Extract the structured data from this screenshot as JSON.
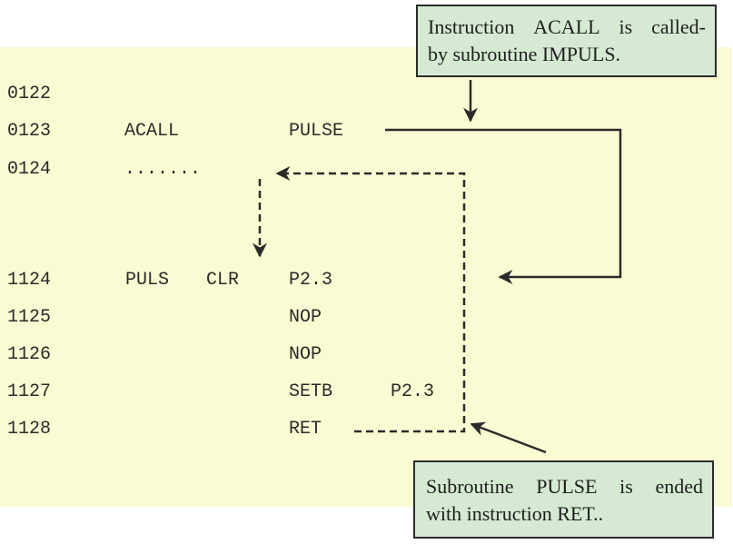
{
  "colors": {
    "panel_background": "#fbfbd3",
    "callout_background": "#d6ead3",
    "line_color": "#2b2b2b"
  },
  "code_lines": [
    {
      "address": "0122",
      "label": "",
      "mnemonic": "",
      "operand": "",
      "operand2": ""
    },
    {
      "address": "0123",
      "label": "ACALL",
      "mnemonic": "",
      "operand": "PULSE",
      "operand2": ""
    },
    {
      "address": "0124",
      "label": ".......",
      "mnemonic": "",
      "operand": "",
      "operand2": ""
    },
    {
      "address": "1124",
      "label": "PULS",
      "mnemonic": "CLR",
      "operand": "P2.3",
      "operand2": ""
    },
    {
      "address": "1125",
      "label": "",
      "mnemonic": "",
      "operand": "NOP",
      "operand2": ""
    },
    {
      "address": "1126",
      "label": "",
      "mnemonic": "",
      "operand": "NOP",
      "operand2": ""
    },
    {
      "address": "1127",
      "label": "",
      "mnemonic": "",
      "operand": "SETB",
      "operand2": "P2.3"
    },
    {
      "address": "1128",
      "label": "",
      "mnemonic": "",
      "operand": "RET",
      "operand2": ""
    }
  ],
  "callouts": {
    "top": {
      "line1": [
        "Instruction",
        "ACALL",
        "is",
        "called-"
      ],
      "line2": "by subroutine IMPULS."
    },
    "bottom": {
      "line1": [
        "Subroutine",
        "PULSE",
        "is",
        "ended"
      ],
      "line2": "with instruction RET.."
    }
  },
  "arrows": [
    {
      "name": "call-arrow",
      "style": "solid",
      "from": "ACALL PULSE (0123)",
      "to": "PULS (1124)"
    },
    {
      "name": "return-arrow",
      "style": "dashed",
      "from": "RET (1128)",
      "to": "0124"
    },
    {
      "name": "continue-arrow",
      "style": "dashed",
      "from": "0124",
      "to": "1124"
    },
    {
      "name": "top-callout-pointer",
      "style": "solid",
      "from": "top callout",
      "to": "call line"
    },
    {
      "name": "bottom-callout-pointer",
      "style": "solid",
      "from": "bottom callout",
      "to": "return line"
    }
  ]
}
